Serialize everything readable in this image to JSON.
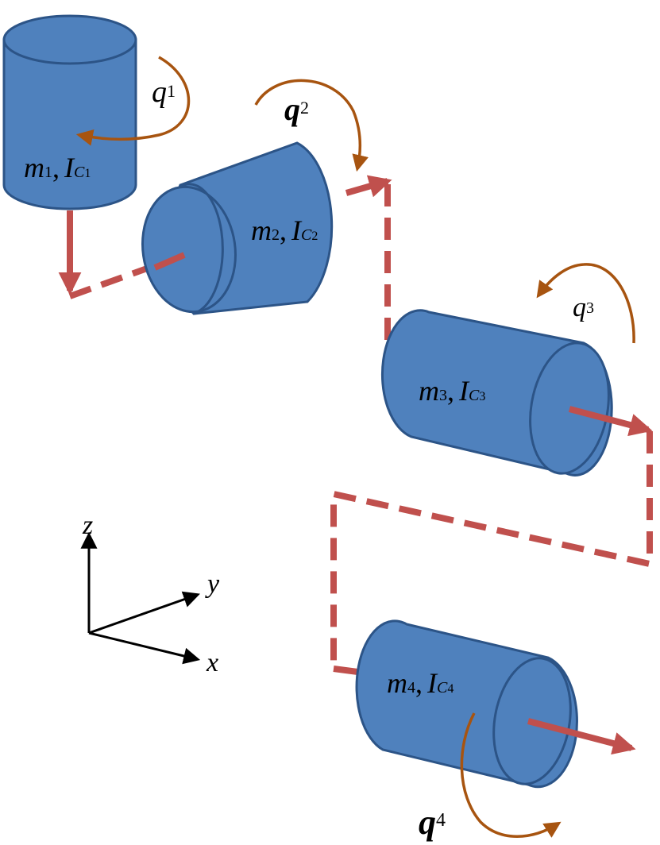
{
  "colors": {
    "body_fill": "#4f81bd",
    "body_stroke": "#2c5487",
    "link": "#c0504d",
    "joint_arrow": "#a75410",
    "axes": "#000000",
    "background": "#ffffff"
  },
  "bodies": [
    {
      "id": "body-1",
      "mass": "m",
      "sub": "1",
      "comma": ",",
      "inertia": "I",
      "inertia_sub": "C",
      "inertia_index": "1"
    },
    {
      "id": "body-2",
      "mass": "m",
      "sub": "2",
      "comma": ",",
      "inertia": "I",
      "inertia_sub": "C",
      "inertia_index": "2"
    },
    {
      "id": "body-3",
      "mass": "m",
      "sub": "3",
      "comma": ",",
      "inertia": "I",
      "inertia_sub": "C",
      "inertia_index": "3"
    },
    {
      "id": "body-4",
      "mass": "m",
      "sub": "4",
      "comma": ",",
      "inertia": "I",
      "inertia_sub": "C",
      "inertia_index": "4"
    }
  ],
  "joints": [
    {
      "id": "q1",
      "symbol": "q",
      "index": "1"
    },
    {
      "id": "q2",
      "symbol": "q",
      "index": "2"
    },
    {
      "id": "q3",
      "symbol": "q",
      "index": "3"
    },
    {
      "id": "q4",
      "symbol": "q",
      "index": "4"
    }
  ],
  "frame_axes": {
    "z": "z",
    "y": "y",
    "x": "x"
  }
}
